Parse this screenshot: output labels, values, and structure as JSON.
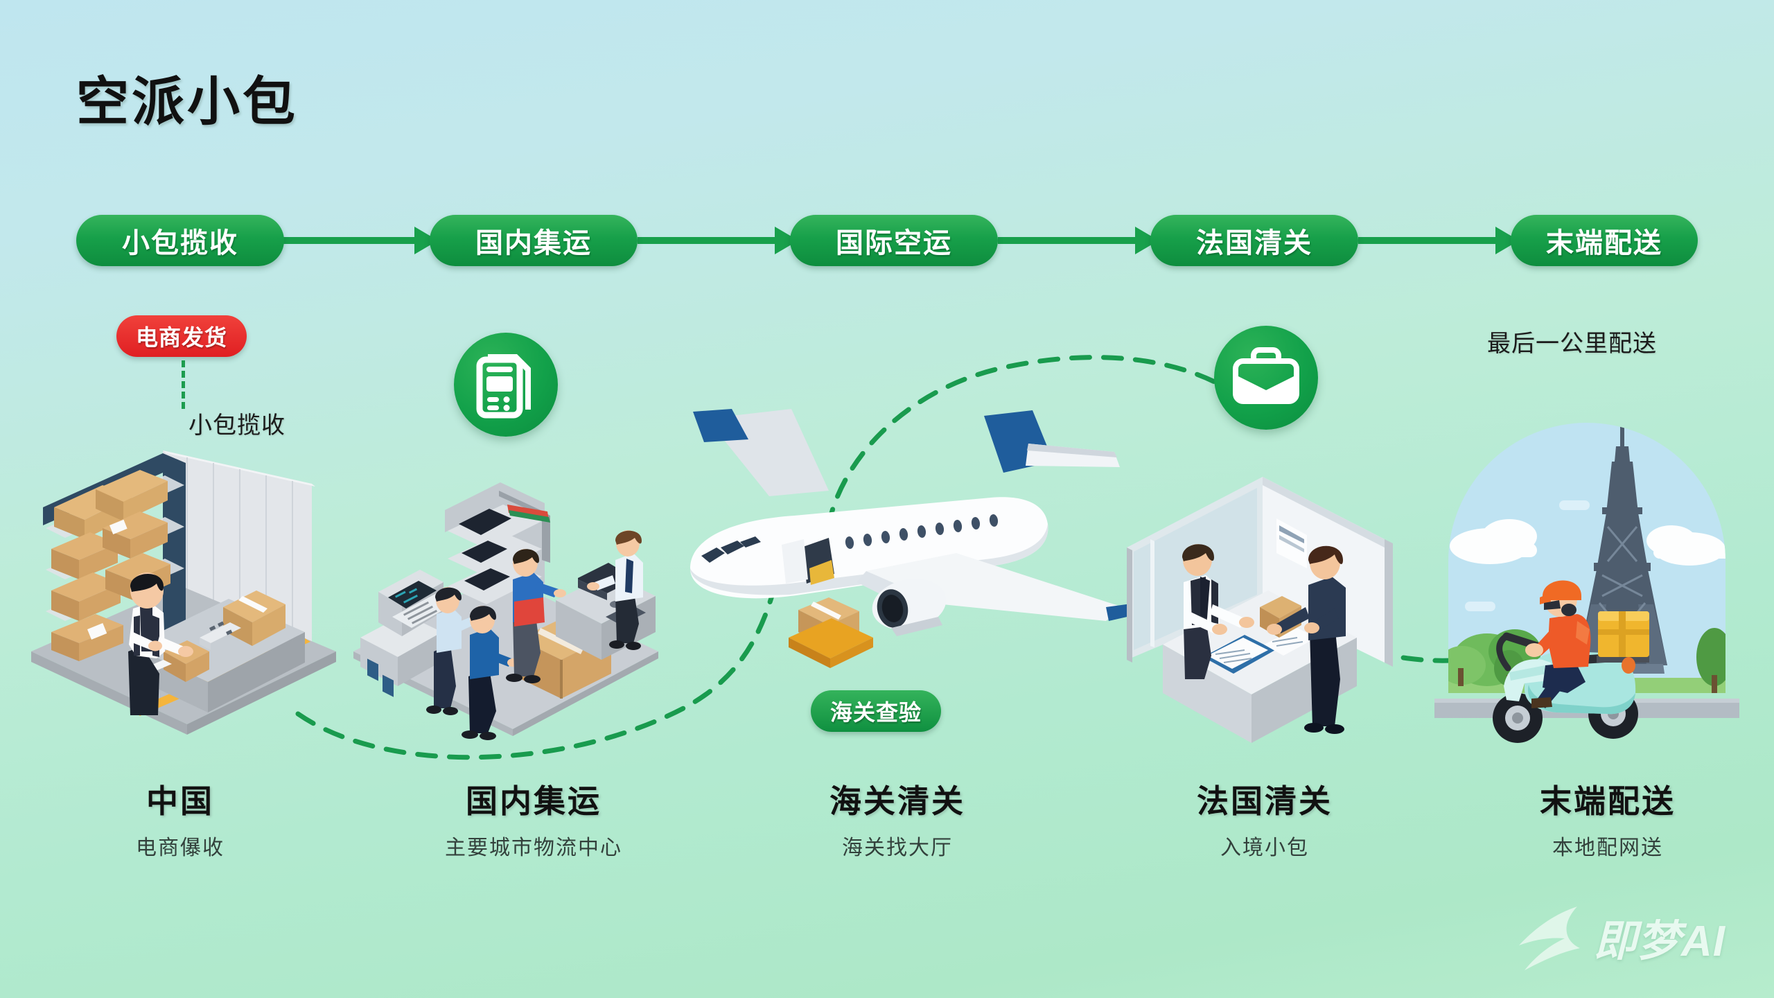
{
  "page": {
    "title": "空派小包",
    "background_top": "#bfe6ef",
    "background_bottom": "#b2ead0",
    "accent_green": "#18a04c",
    "accent_red": "#e01f22"
  },
  "flow": {
    "steps": [
      {
        "label": "小包揽收"
      },
      {
        "label": "国内集运"
      },
      {
        "label": "国际空运"
      },
      {
        "label": "法国清关"
      },
      {
        "label": "末端配送"
      }
    ]
  },
  "badges": {
    "ecommerce_ship": "电商发货",
    "customs_check": "海关查验"
  },
  "annotations": {
    "pickup_note": "小包揽收",
    "last_mile_note": "最后一公里配送"
  },
  "icons": {
    "document_icon": "document-form-icon",
    "suitcase_icon": "customs-suitcase-icon",
    "watermark_icon": "sparkle-star-icon"
  },
  "stages": [
    {
      "title": "中国",
      "subtitle": "电商儤收",
      "scene": "warehouse-scene"
    },
    {
      "title": "国内集运",
      "subtitle": "主要城市物流中心",
      "scene": "logistics-center-scene"
    },
    {
      "title": "海关清关",
      "subtitle": "海关找大厅",
      "scene": "airplane-scene"
    },
    {
      "title": "法国清关",
      "subtitle": "入境小包",
      "scene": "customs-office-scene"
    },
    {
      "title": "末端配送",
      "subtitle": "本地配网送",
      "scene": "paris-delivery-scene"
    }
  ],
  "watermark": {
    "text": "即梦AI"
  }
}
